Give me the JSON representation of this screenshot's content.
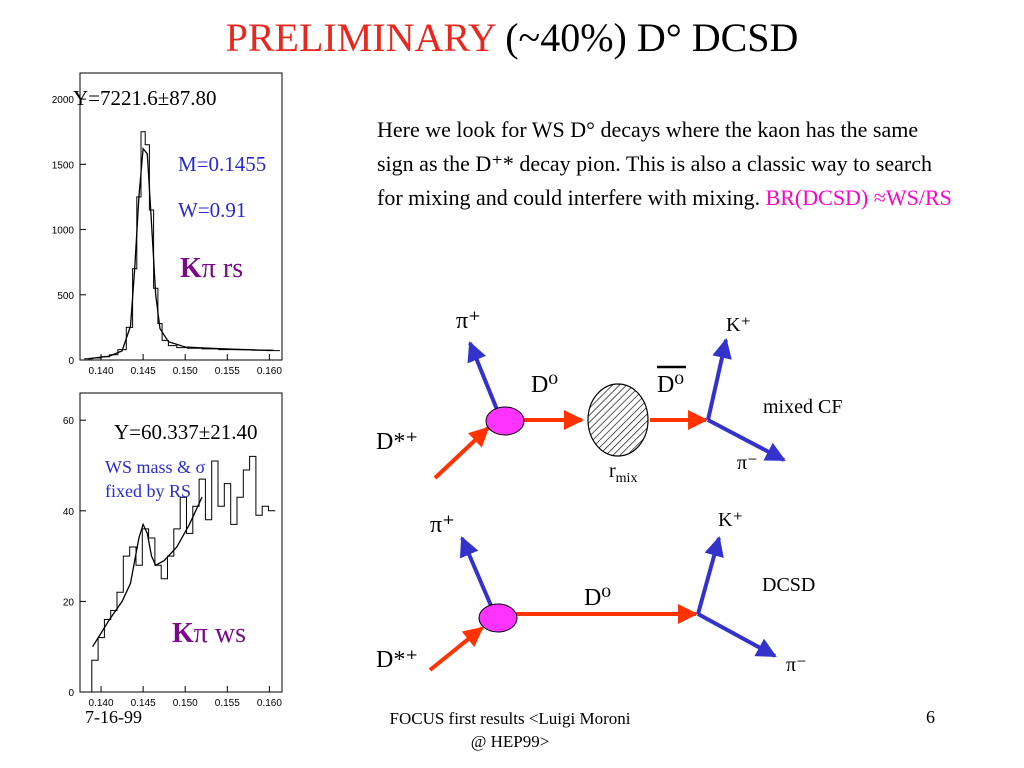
{
  "title": {
    "preliminary": "PRELIMINARY",
    "rest": "(~40%) D° DCSD"
  },
  "description": {
    "text": "Here we look for WS D° decays where the kaon has the same sign as the D⁺* decay pion. This is also a classic way to search for mixing and could interfere with mixing. ",
    "highlight": "BR(DCSD) ≈WS/RS"
  },
  "rs_panel": {
    "yield": "Y=7221.6±87.80",
    "mass": "M=0.1455",
    "width": "W=0.91",
    "label_k": "K",
    "label_pi": "π",
    "label_suffix": " rs"
  },
  "ws_panel": {
    "yield": "Y=60.337±21.40",
    "note_line1": "WS mass & σ",
    "note_line2": "fixed by RS",
    "label_k": "K",
    "label_pi": "π",
    "label_suffix": " ws"
  },
  "diagram_top": {
    "pi_plus": "π⁺",
    "k_plus": "K⁺",
    "d0": "D⁰",
    "d0bar": "D⁰",
    "mixed": "mixed CF",
    "dstar": "D*⁺",
    "pi_minus": "π⁻",
    "rmix_r": "r",
    "rmix_sub": "mix"
  },
  "diagram_bottom": {
    "pi_plus": "π⁺",
    "k_plus": "K⁺",
    "dcsd": "DCSD",
    "d0": "D⁰",
    "dstar": "D*⁺",
    "pi_minus": "π⁻"
  },
  "footer": {
    "date": "7-16-99",
    "center_line1": "FOCUS first results <Luigi Moroni",
    "center_line2": "@ HEP99>",
    "page": "6"
  },
  "colors": {
    "title_red": "#e8281e",
    "arrow_red": "#ff3300",
    "arrow_blue": "#3333cc",
    "vertex_magenta": "#ff33ff",
    "highlight_magenta": "#ff00cc",
    "label_blue": "#2a2ad0"
  },
  "chart_data": [
    {
      "type": "line",
      "x_ticks": [
        "0.140",
        "0.145",
        "0.150",
        "0.155",
        "0.160"
      ],
      "y_ticks": [
        "0",
        "500",
        "1000",
        "1500",
        "2000"
      ],
      "xlim": [
        0.1375,
        0.1615
      ],
      "ylim": [
        0,
        2200
      ],
      "series": [
        {
          "style": "histogram",
          "x": [
            0.1385,
            0.1395,
            0.1405,
            0.1415,
            0.1425,
            0.1435,
            0.144,
            0.1445,
            0.145,
            0.1455,
            0.146,
            0.1465,
            0.147,
            0.1475,
            0.1485,
            0.1495,
            0.151,
            0.153,
            0.155,
            0.157,
            0.159,
            0.1605
          ],
          "y": [
            10,
            15,
            25,
            40,
            80,
            250,
            700,
            1250,
            1750,
            1650,
            1150,
            550,
            280,
            150,
            110,
            95,
            90,
            85,
            80,
            78,
            75,
            72
          ]
        },
        {
          "style": "fit",
          "x": [
            0.1385,
            0.141,
            0.1425,
            0.1435,
            0.144,
            0.1445,
            0.145,
            0.1455,
            0.146,
            0.1465,
            0.147,
            0.148,
            0.15,
            0.153,
            0.156,
            0.159,
            0.1605
          ],
          "y": [
            10,
            30,
            70,
            260,
            700,
            1250,
            1620,
            1580,
            1050,
            500,
            240,
            140,
            100,
            90,
            82,
            76,
            74
          ]
        }
      ]
    },
    {
      "type": "line",
      "x_ticks": [
        "0.140",
        "0.145",
        "0.150",
        "0.155",
        "0.160"
      ],
      "y_ticks": [
        "0",
        "20",
        "40",
        "60"
      ],
      "xlim": [
        0.1375,
        0.1615
      ],
      "ylim": [
        0,
        66
      ],
      "series": [
        {
          "style": "histogram",
          "x": [
            0.1385,
            0.1393,
            0.14,
            0.1408,
            0.1415,
            0.1423,
            0.143,
            0.1438,
            0.1445,
            0.1453,
            0.146,
            0.1468,
            0.1475,
            0.1483,
            0.149,
            0.1498,
            0.1505,
            0.1513,
            0.152,
            0.1528,
            0.1535,
            0.1543,
            0.155,
            0.1558,
            0.1565,
            0.1573,
            0.158,
            0.1588,
            0.1595,
            0.1603
          ],
          "y": [
            0,
            7,
            12,
            16,
            18,
            22,
            30,
            32,
            28,
            36,
            34,
            28,
            25,
            30,
            36,
            43,
            35,
            41,
            47,
            38,
            51,
            41,
            46,
            37,
            43,
            49,
            52,
            39,
            41,
            40
          ]
        },
        {
          "style": "fit",
          "x": [
            0.139,
            0.141,
            0.1425,
            0.1435,
            0.144,
            0.1445,
            0.145,
            0.1455,
            0.146,
            0.1465,
            0.1475,
            0.149,
            0.1505,
            0.152
          ],
          "y": [
            10,
            16,
            20,
            24,
            29,
            34,
            37,
            35,
            30,
            28,
            29,
            32,
            37,
            43
          ]
        }
      ]
    }
  ]
}
